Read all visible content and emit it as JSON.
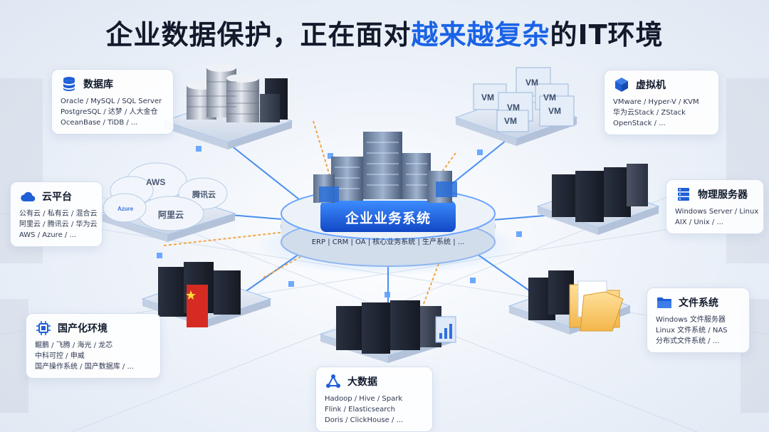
{
  "title": {
    "part1": "企业数据保护，正在面对",
    "highlight": "越来越复杂",
    "part2": "的IT环境"
  },
  "center": {
    "title": "企业业务系统",
    "subtitle": "ERP | CRM | OA | 核心业务系统 | 生产系统 | ..."
  },
  "cards": {
    "database": {
      "name": "数据库",
      "icon": "database-icon",
      "lines": [
        "Oracle / MySQL / SQL Server",
        "PostgreSQL / 达梦 / 人大金仓",
        "OceanBase / TiDB / ..."
      ]
    },
    "vm": {
      "name": "虚拟机",
      "icon": "cube-icon",
      "lines": [
        "VMware / Hyper-V / KVM",
        "华为云Stack / ZStack",
        "OpenStack / ..."
      ]
    },
    "cloud": {
      "name": "云平台",
      "icon": "cloud-icon",
      "lines": [
        "公有云 / 私有云 / 混合云",
        "阿里云 / 腾讯云 / 华为云",
        "AWS / Azure / ..."
      ]
    },
    "physical": {
      "name": "物理服务器",
      "icon": "server-icon",
      "lines": [
        "Windows Server / Linux",
        "AIX / Unix / ..."
      ]
    },
    "domestic": {
      "name": "国产化环境",
      "icon": "chip-icon",
      "lines": [
        "鲲鹏 / 飞腾 / 海光 / 龙芯",
        "中科可控 / 申威",
        "国产操作系统 / 国产数据库 / ..."
      ]
    },
    "filesystem": {
      "name": "文件系统",
      "icon": "folder-icon",
      "lines": [
        "Windows 文件服务器",
        "Linux 文件系统 / NAS",
        "分布式文件系统 / ..."
      ]
    },
    "bigdata": {
      "name": "大数据",
      "icon": "network-nodes-icon",
      "lines": [
        "Hadoop / Hive / Spark",
        "Flink / Elasticsearch",
        "Doris / ClickHouse / ..."
      ]
    }
  },
  "illustration": {
    "vm_labels": [
      "VM",
      "VM",
      "VM",
      "VM",
      "VM",
      "VM"
    ],
    "cloud_labels": [
      "AWS",
      "Azure",
      "腾讯云",
      "阿里云"
    ]
  },
  "colors": {
    "accent": "#1a63e6",
    "icon_blue": "#1f5fd6",
    "connector_blue": "#4a8ef0",
    "connector_orange": "#f3a544"
  }
}
